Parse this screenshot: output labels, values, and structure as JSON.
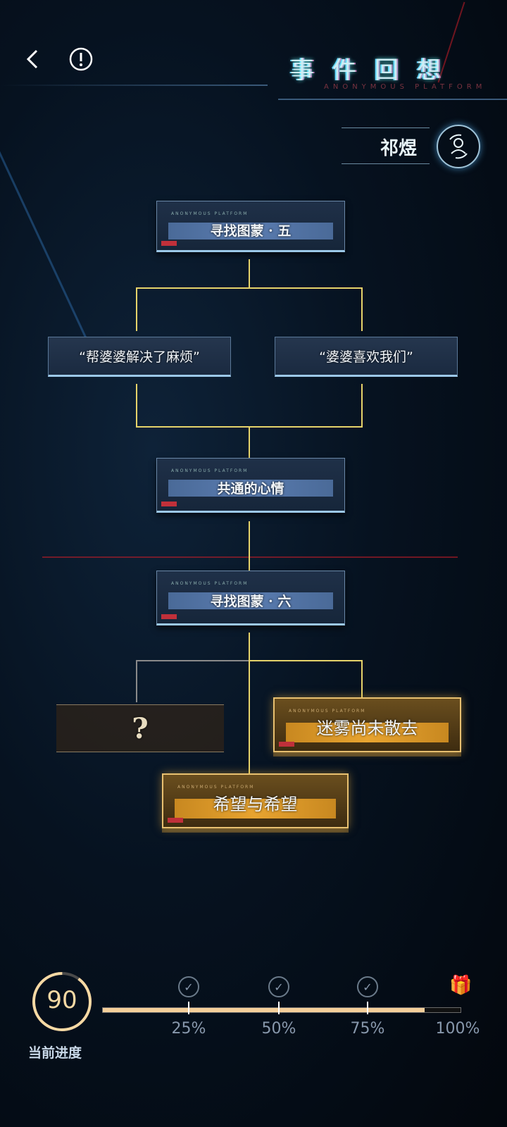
{
  "header": {
    "title": "事件回想",
    "subtitle": "ANONYMOUS PLATFORM",
    "back_icon": "chevron-left",
    "info_icon": "exclamation-circle"
  },
  "character": {
    "name": "祁煜",
    "switch_icon": "user-switch"
  },
  "nodes": [
    {
      "label": "寻找图蒙 · 五",
      "caption": "ANONYMOUS PLATFORM"
    },
    {
      "label": "“帮婆婆解决了麻烦”"
    },
    {
      "label": "“婆婆喜欢我们”"
    },
    {
      "label": "共通的心情",
      "caption": "ANONYMOUS PLATFORM"
    },
    {
      "label": "寻找图蒙 · 六",
      "caption": "ANONYMOUS PLATFORM"
    },
    {
      "label": "?"
    },
    {
      "label": "迷雾尚未散去",
      "caption": "ANONYMOUS PLATFORM"
    },
    {
      "label": "希望与希望",
      "caption": "ANONYMOUS PLATFORM"
    }
  ],
  "progress": {
    "value": "90",
    "percent": 90,
    "label": "当前进度",
    "milestones": [
      "25%",
      "50%",
      "75%",
      "100%"
    ],
    "check_icon": "check-circle",
    "reward_icon": "gift"
  },
  "colors": {
    "accent": "#f4cf9a",
    "connector": "#e6d36a",
    "gold": "#e8a430"
  }
}
